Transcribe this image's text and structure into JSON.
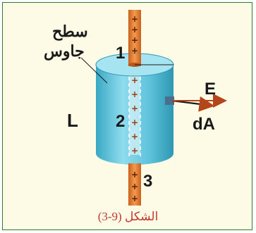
{
  "diagram": {
    "surface_label_line1": "سطح",
    "surface_label_line2": "جاوس",
    "field_label": "E",
    "area_label": "dA",
    "length_label": "L",
    "region_1": "1",
    "region_2": "2",
    "region_3": "3",
    "rod_signs": [
      "+",
      "+",
      "+",
      "+",
      "+",
      "+",
      "+",
      "+",
      "+",
      "+",
      "+",
      "+",
      "+"
    ]
  },
  "caption": "الشكل (9-3)",
  "colors": {
    "cylinder": "#63c8e0",
    "rod": "#e07a2e",
    "frame_border": "#2e7d32",
    "background": "#fdfae6",
    "field_arrow": "#b5451b",
    "caption": "#c0392b"
  }
}
